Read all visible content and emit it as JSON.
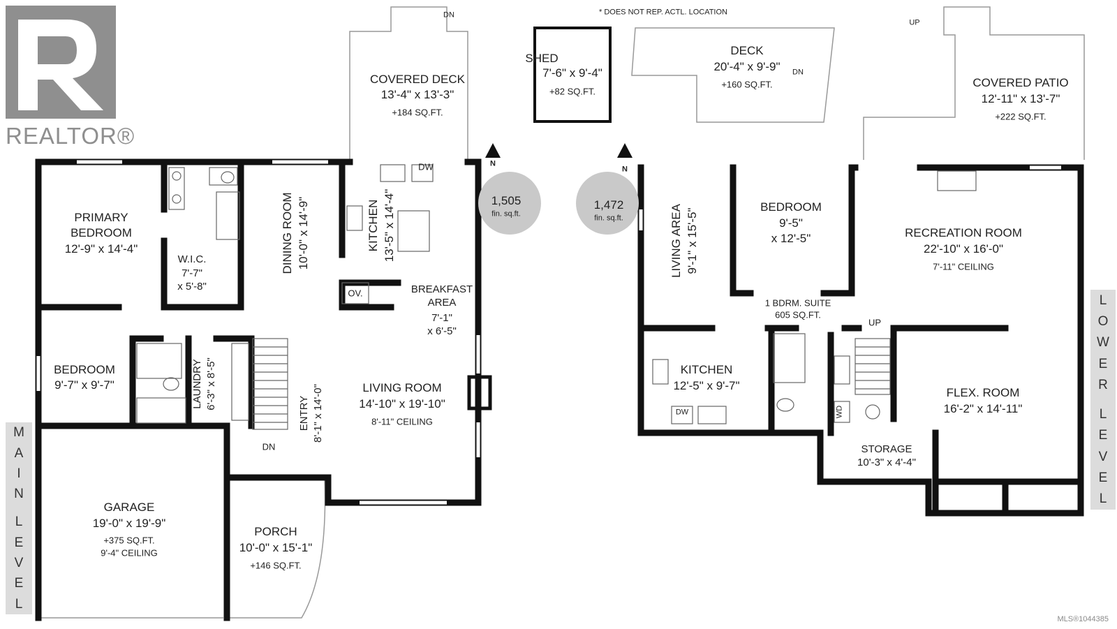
{
  "logo": {
    "text": "REALTOR®"
  },
  "note": "* DOES NOT REP. ACTL. LOCATION",
  "mls": "MLS®1044385",
  "main_level": {
    "label_letters": [
      "M",
      "A",
      "I",
      "N",
      "",
      "L",
      "E",
      "V",
      "E",
      "L"
    ],
    "area": "1,505",
    "area_unit": "fin. sq.ft.",
    "north": "N",
    "rooms": {
      "covered_deck": {
        "name": "COVERED DECK",
        "size": "13'-4\" x 13'-3\"",
        "sqft": "+184 SQ.FT."
      },
      "primary_bedroom": {
        "name1": "PRIMARY",
        "name2": "BEDROOM",
        "size": "12'-9\" x 14'-4\""
      },
      "wic": {
        "name": "W.I.C.",
        "size1": "7'-7\"",
        "size2": "x 5'-8\""
      },
      "dining": {
        "name": "DINING ROOM",
        "size": "10'-0\" x 14'-9\""
      },
      "kitchen": {
        "name": "KITCHEN",
        "size": "13'-5\" x 14'-4\""
      },
      "breakfast": {
        "name1": "BREAKFAST",
        "name2": "AREA",
        "size1": "7'-1\"",
        "size2": "x 6'-5\""
      },
      "bedroom": {
        "name": "BEDROOM",
        "size": "9'-7\" x 9'-7\""
      },
      "laundry": {
        "name": "LAUNDRY",
        "size": "6'-3\" x 8'-5\""
      },
      "entry": {
        "name": "ENTRY",
        "size": "8'-1\" x 14'-0\""
      },
      "living": {
        "name": "LIVING ROOM",
        "size": "14'-10\" x 19'-10\"",
        "ceiling": "8'-11\" CEILING"
      },
      "garage": {
        "name": "GARAGE",
        "size": "19'-0\" x 19'-9\"",
        "sqft": "+375 SQ.FT.",
        "ceiling": "9'-4\" CEILING"
      },
      "porch": {
        "name": "PORCH",
        "size": "10'-0\" x 15'-1\"",
        "sqft": "+146 SQ.FT."
      },
      "shed": {
        "name": "SHED",
        "size": "7'-6\" x 9'-4\"",
        "sqft": "+82 SQ.FT."
      }
    },
    "fixtures": {
      "dw": "DW",
      "ov": "OV.",
      "dn_top": "DN",
      "dn_entry": "DN"
    }
  },
  "lower_level": {
    "label_letters": [
      "L",
      "O",
      "W",
      "E",
      "R",
      "",
      "L",
      "E",
      "V",
      "E",
      "L"
    ],
    "area": "1,472",
    "area_unit": "fin. sq.ft.",
    "north": "N",
    "rooms": {
      "deck": {
        "name": "DECK",
        "size": "20'-4\" x 9'-9\"",
        "sqft": "+160 SQ.FT."
      },
      "covered_patio": {
        "name": "COVERED PATIO",
        "size": "12'-11\" x 13'-7\"",
        "sqft": "+222 SQ.FT."
      },
      "living": {
        "name": "LIVING AREA",
        "size": "9'-1\" x 15'-5\""
      },
      "bedroom": {
        "name": "BEDROOM",
        "size1": "9'-5\"",
        "size2": "x 12'-5\""
      },
      "recreation": {
        "name": "RECREATION ROOM",
        "size": "22'-10\" x 16'-0\"",
        "ceiling": "7'-11\" CEILING"
      },
      "suite": {
        "name": "1 BDRM. SUITE",
        "sqft": "605 SQ.FT."
      },
      "kitchen": {
        "name": "KITCHEN",
        "size": "12'-5\" x 9'-7\""
      },
      "flex": {
        "name": "FLEX. ROOM",
        "size": "16'-2\" x 14'-11\""
      },
      "storage": {
        "name": "STORAGE",
        "size": "10'-3\" x 4'-4\""
      }
    },
    "fixtures": {
      "dw": "DW",
      "wd": "WD",
      "up_top": "UP",
      "up_stair": "UP",
      "dn_deck": "DN"
    }
  }
}
